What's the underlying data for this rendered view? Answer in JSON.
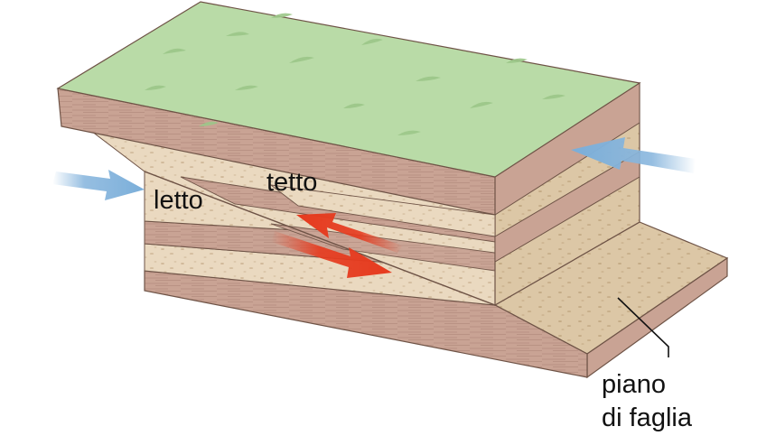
{
  "labels": {
    "footwall": "letto",
    "hanging_wall": "tetto",
    "fault_plane_line1": "piano",
    "fault_plane_line2": "di faglia"
  },
  "colors": {
    "grass": "#b9dba7",
    "grass_edge": "#7c9a6b",
    "rock_layer": "#c9a394",
    "rock_dark": "#a88272",
    "sand_layer": "#ead9c0",
    "sand_shade": "#d8c3a4",
    "compression_arrow": "#8ab7de",
    "slip_arrow": "#e63a1e",
    "outline": "#6e5346"
  },
  "icons": {
    "compression_arrow_left": "arrow-right",
    "compression_arrow_right": "arrow-left",
    "slip_arrow_upper": "arrow-left",
    "slip_arrow_lower": "arrow-right"
  }
}
